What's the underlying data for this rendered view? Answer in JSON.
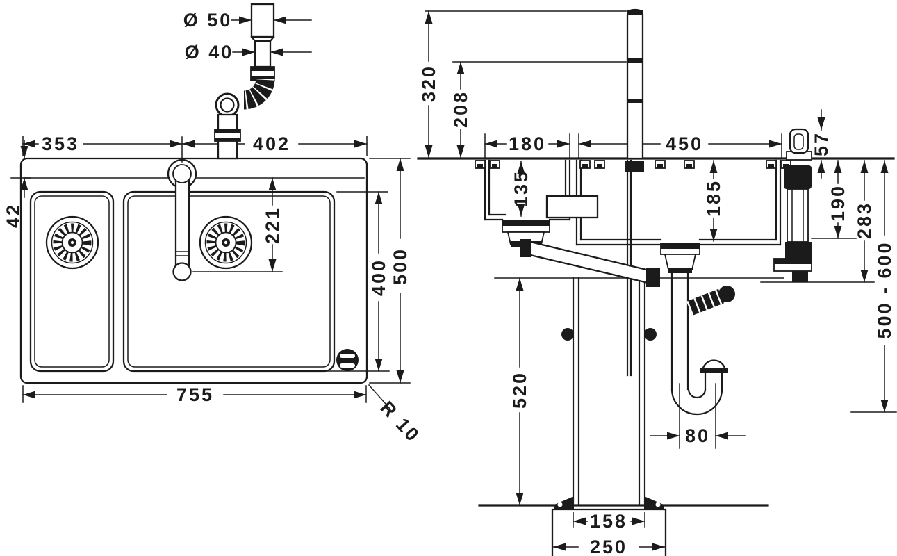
{
  "drawing": {
    "background": "#ffffff",
    "line_color": "#1b1b1b",
    "plan_view": {
      "dims": {
        "waste_pipe_dia_upper": "Ø 50",
        "waste_pipe_dia_lower": "Ø 40",
        "left_edge_to_tap": "353",
        "tap_to_right_edge": "402",
        "rear_ledge": "42",
        "spout_reach": "221",
        "bowl_front_to_back": "400",
        "overall_depth": "500",
        "overall_width": "755",
        "corner_radius": "R 10"
      }
    },
    "section_view": {
      "dims": {
        "spout_top_height": "320",
        "spout_outlet_height": "208",
        "small_bowl_width": "180",
        "large_bowl_width": "450",
        "handle_height": "57",
        "small_bowl_depth": "135",
        "large_bowl_depth": "185",
        "valve_body_depth": "190",
        "valve_assembly_depth": "283",
        "cabinet_depth_range": "500 - 600",
        "support_column_height": "520",
        "trap_offset": "80",
        "column_width": "158",
        "base_plate_width": "250"
      }
    }
  }
}
